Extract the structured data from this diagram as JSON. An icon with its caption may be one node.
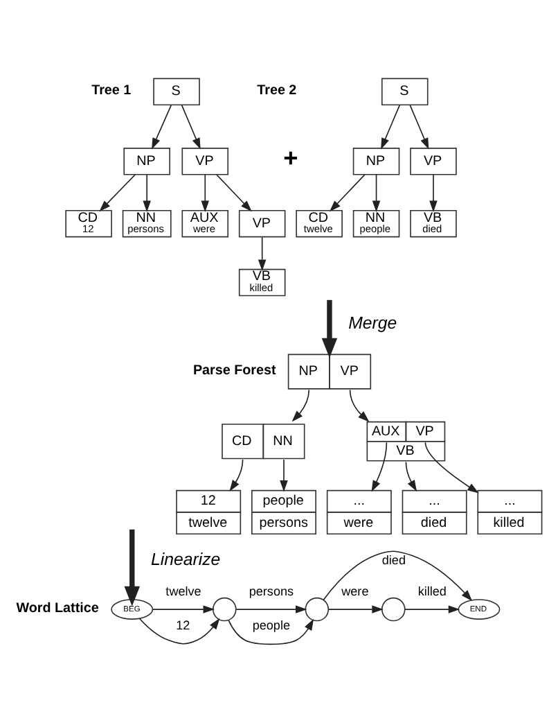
{
  "diagram": {
    "nodes": [
      {
        "text": [
          "S"
        ]
      },
      {
        "text": [
          "NP"
        ]
      },
      {
        "text": [
          "VP"
        ]
      },
      {
        "text": [
          "CD",
          "12"
        ]
      },
      {
        "text": [
          "NN",
          "persons"
        ]
      },
      {
        "text": [
          "AUX",
          "were"
        ]
      },
      {
        "text": [
          "VP"
        ]
      },
      {
        "text": [
          "VB",
          "killed"
        ]
      },
      {
        "text": [
          "S"
        ]
      },
      {
        "text": [
          "NP"
        ]
      },
      {
        "text": [
          "VP"
        ]
      },
      {
        "text": [
          "CD",
          "twelve"
        ]
      },
      {
        "text": [
          "NN",
          "people"
        ]
      },
      {
        "text": [
          "VB",
          "died"
        ]
      },
      {
        "text": [
          "NP",
          "VP"
        ]
      },
      {
        "text": [
          "CD",
          "NN"
        ]
      },
      {
        "text": [
          "AUX",
          "VP",
          "VB"
        ]
      },
      {
        "text": [
          "12",
          "twelve"
        ]
      },
      {
        "text": [
          "people",
          "persons"
        ]
      },
      {
        "text": [
          "...",
          "were"
        ]
      },
      {
        "text": [
          "...",
          "died"
        ]
      },
      {
        "text": [
          "...",
          "killed"
        ]
      },
      {
        "text": [
          "BEG"
        ]
      },
      {
        "text": [],
        "shape": "circle"
      },
      {
        "text": [],
        "shape": "circle"
      },
      {
        "text": [],
        "shape": "circle"
      },
      {
        "text": [
          "END"
        ]
      }
    ],
    "edges": [
      {
        "from": 0,
        "to": 1,
        "arrow": "to"
      },
      {
        "from": 0,
        "to": 2,
        "arrow": "to"
      },
      {
        "from": 1,
        "to": 3,
        "arrow": "to"
      },
      {
        "from": 1,
        "to": 4,
        "arrow": "to"
      },
      {
        "from": 2,
        "to": 5,
        "arrow": "to"
      },
      {
        "from": 2,
        "to": 6,
        "arrow": "to"
      },
      {
        "from": 6,
        "to": 7,
        "arrow": "to"
      },
      {
        "from": 8,
        "to": 9,
        "arrow": "to"
      },
      {
        "from": 8,
        "to": 10,
        "arrow": "to"
      },
      {
        "from": 9,
        "to": 11,
        "arrow": "to"
      },
      {
        "from": 9,
        "to": 12,
        "arrow": "to"
      },
      {
        "from": 10,
        "to": 13,
        "arrow": "to"
      },
      {
        "from": null,
        "to": 14,
        "arrow": "to",
        "label": "Merge",
        "style": "thick"
      },
      {
        "from": 14,
        "to": 15,
        "arrow": "to"
      },
      {
        "from": 14,
        "to": 16,
        "arrow": "to"
      },
      {
        "from": 15,
        "to": 17,
        "arrow": "to"
      },
      {
        "from": 15,
        "to": 18,
        "arrow": "to"
      },
      {
        "from": 16,
        "to": 19,
        "arrow": "to"
      },
      {
        "from": 16,
        "to": 20,
        "arrow": "to"
      },
      {
        "from": 16,
        "to": 21,
        "arrow": "to"
      },
      {
        "from": null,
        "to": 22,
        "arrow": "to",
        "label": "Linearize",
        "style": "thick"
      },
      {
        "from": 22,
        "to": 23,
        "arrow": "to",
        "label": "12"
      },
      {
        "from": 22,
        "to": 23,
        "arrow": "to",
        "label": "twelve"
      },
      {
        "from": 23,
        "to": 24,
        "arrow": "to",
        "label": "people"
      },
      {
        "from": 23,
        "to": 24,
        "arrow": "to",
        "label": "persons"
      },
      {
        "from": 24,
        "to": 26,
        "arrow": "to",
        "label": "died"
      },
      {
        "from": 24,
        "to": 25,
        "arrow": "to",
        "label": "were"
      },
      {
        "from": 25,
        "to": 26,
        "arrow": "to",
        "label": "killed"
      }
    ],
    "labels": [
      "Tree 1",
      "Tree 2",
      "+",
      "Parse Forest",
      "Word Lattice"
    ]
  }
}
